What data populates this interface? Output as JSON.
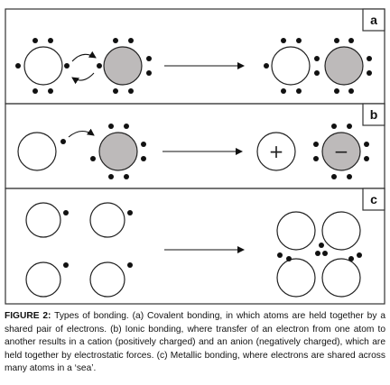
{
  "panels": [
    {
      "label": "a"
    },
    {
      "label": "b"
    },
    {
      "label": "c"
    }
  ],
  "ion_signs": {
    "cation": "+",
    "anion": "−"
  },
  "caption": {
    "label": "FIGURE 2:",
    "text": " Types of bonding. (a) Covalent bonding, in which atoms are held together by a shared pair of electrons. (b) Ionic bonding, where transfer of an electron from one atom to another results in a cation (positively charged) and an anion (negatively charged), which are held together by electrostatic forces. (c) Metallic bonding, where electrons are shared across many atoms in a ‘sea’."
  },
  "colors": {
    "atom_shaded": "#bdbaba",
    "atom_plain": "#ffffff",
    "electron": "#111111",
    "border": "#333333"
  }
}
